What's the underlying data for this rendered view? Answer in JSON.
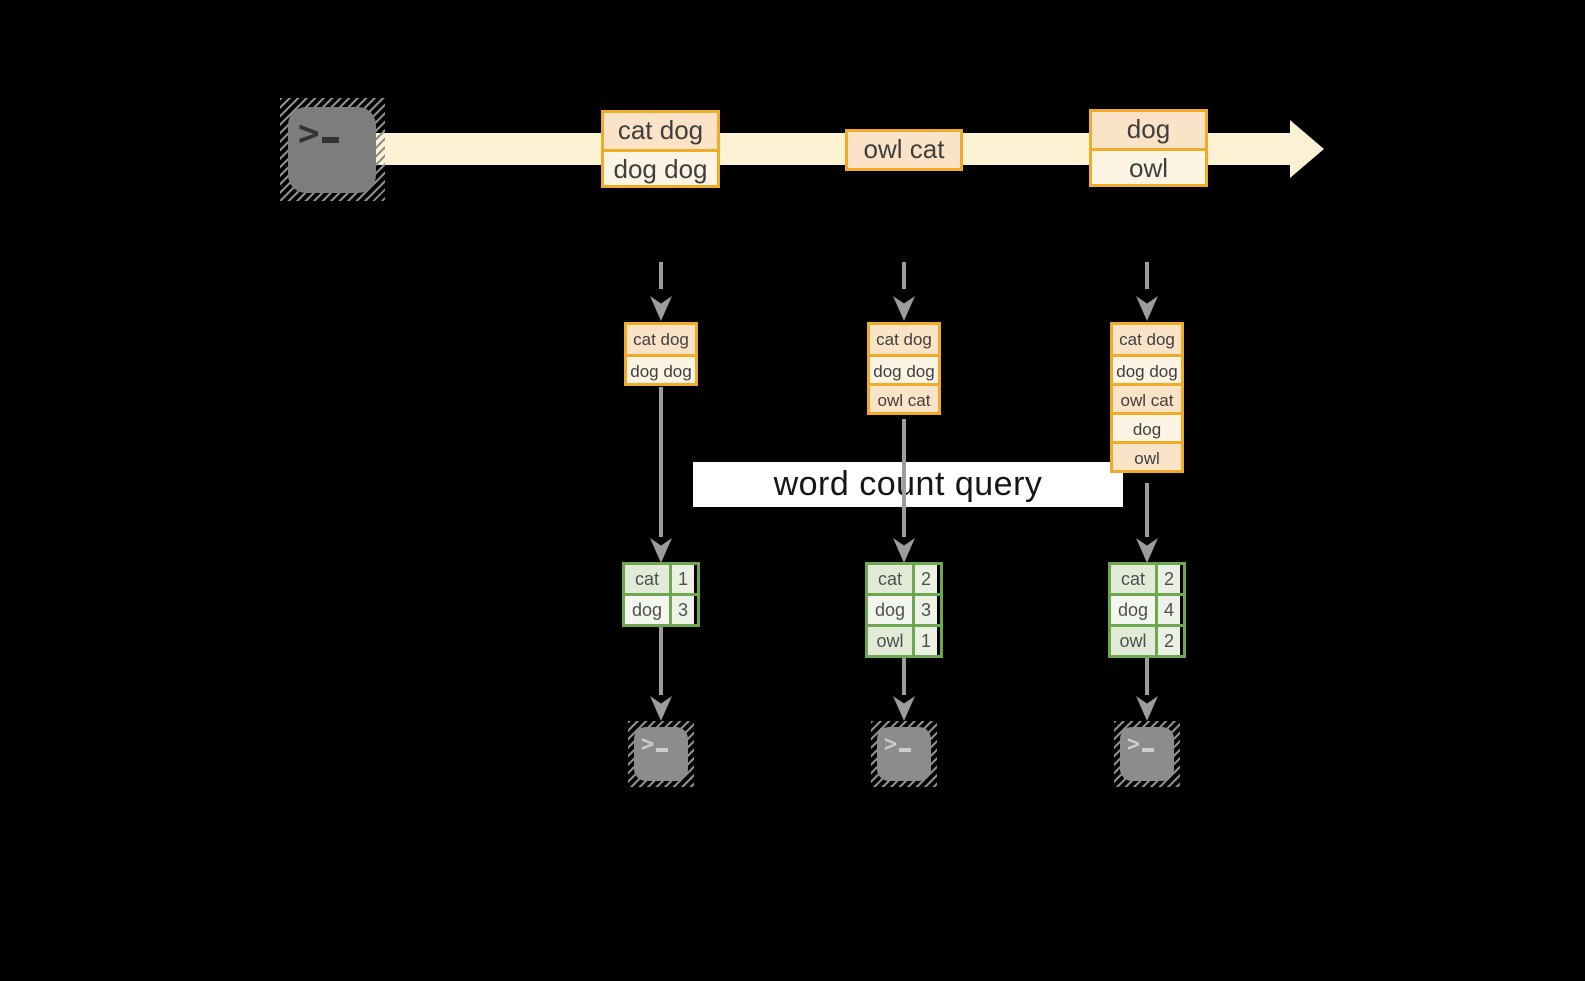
{
  "query_label": "word count query",
  "icons": {
    "source": "terminal-prompt-icon",
    "outputs": [
      "terminal-prompt-icon",
      "terminal-prompt-icon",
      "terminal-prompt-icon"
    ]
  },
  "colors": {
    "timeline_band": "#FBF2D3",
    "event_border": "#F0AC29",
    "event_fill_dark": "#FAE3C6",
    "event_fill_light": "#FDF4E3",
    "table_border": "#6FA650",
    "table_fill_dark": "#E2EBD8",
    "table_fill_light": "#F4F7F0",
    "arrow_gray": "#9C9C9C",
    "terminal_gray": "#7D7D7D",
    "query_box_bg": "#FFFFFF"
  },
  "stream_events": [
    {
      "lines": [
        "cat dog",
        "dog dog"
      ]
    },
    {
      "lines": [
        "owl cat"
      ]
    },
    {
      "lines": [
        "dog",
        "owl"
      ]
    }
  ],
  "columns": [
    {
      "buffer": [
        "cat dog",
        "dog dog"
      ],
      "counts": [
        {
          "word": "cat",
          "count": "1"
        },
        {
          "word": "dog",
          "count": "3"
        }
      ]
    },
    {
      "buffer": [
        "cat dog",
        "dog dog",
        "owl cat"
      ],
      "counts": [
        {
          "word": "cat",
          "count": "2"
        },
        {
          "word": "dog",
          "count": "3"
        },
        {
          "word": "owl",
          "count": "1"
        }
      ]
    },
    {
      "buffer": [
        "cat dog",
        "dog dog",
        "owl cat",
        "dog",
        "owl"
      ],
      "counts": [
        {
          "word": "cat",
          "count": "2"
        },
        {
          "word": "dog",
          "count": "4"
        },
        {
          "word": "owl",
          "count": "2"
        }
      ]
    }
  ]
}
